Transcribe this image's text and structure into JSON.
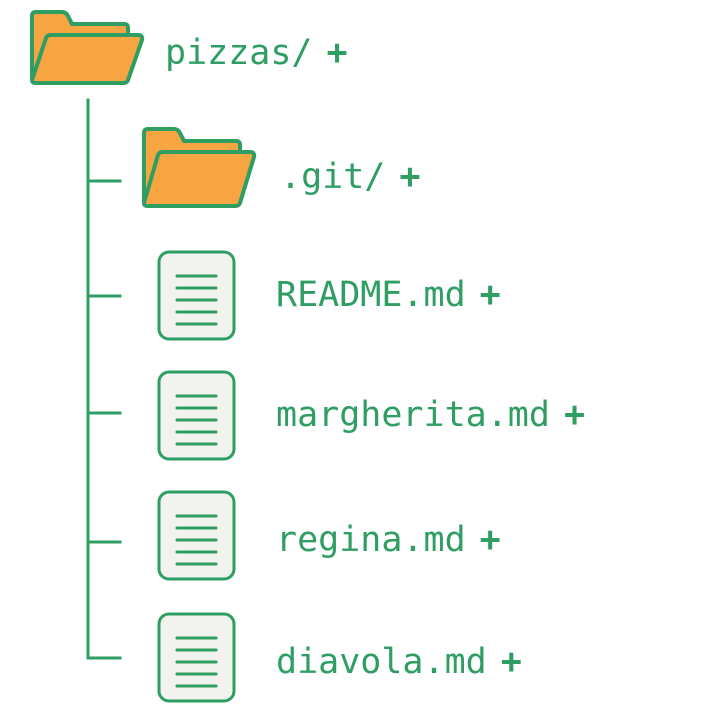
{
  "colors": {
    "accent": "#2f9e63",
    "folder_fill": "#f7a543",
    "file_fill": "#f2f2ee"
  },
  "root": {
    "name": "pizzas/",
    "status": "+",
    "icon": "folder-icon"
  },
  "children": [
    {
      "name": ".git/",
      "status": "+",
      "icon": "folder-icon"
    },
    {
      "name": "README.md",
      "status": "+",
      "icon": "file-icon"
    },
    {
      "name": "margherita.md",
      "status": "+",
      "icon": "file-icon"
    },
    {
      "name": "regina.md",
      "status": "+",
      "icon": "file-icon"
    },
    {
      "name": "diavola.md",
      "status": "+",
      "icon": "file-icon"
    }
  ]
}
